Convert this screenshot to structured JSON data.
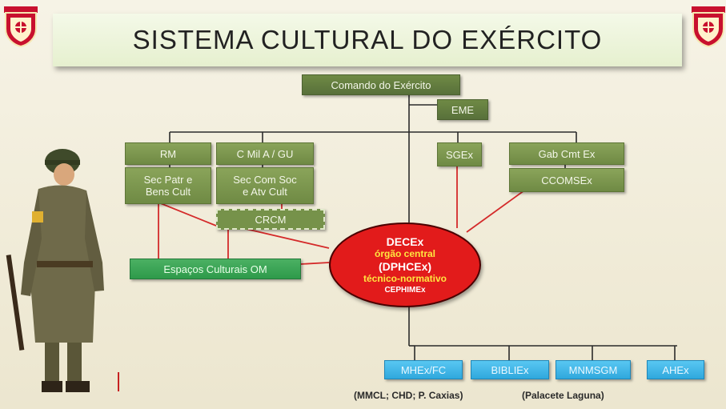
{
  "title": "SISTEMA CULTURAL DO EXÉRCITO",
  "nodes": {
    "comando": "Comando do Exército",
    "eme": "EME",
    "rm": "RM",
    "cmil": "C Mil A / GU",
    "sgex": "SGEx",
    "gab": "Gab Cmt Ex",
    "secpatr": [
      "Sec Patr e",
      "Bens Cult"
    ],
    "seccom": [
      "Sec Com Soc",
      "e Atv Cult"
    ],
    "ccomsex": "CCOMSEx",
    "crcm": "CRCM",
    "espacos": "Espaços Culturais OM",
    "decex": {
      "line1": "DECEx",
      "line2": "órgão central",
      "line3": "(DPHCEx)",
      "line4": "técnico-normativo",
      "line5": "CEPHIMEx"
    },
    "mhex": "MHEx/FC",
    "bibliex": "BIBLIEx",
    "mnmsgm": "MNMSGM",
    "ahex": "AHEx"
  },
  "notes": {
    "mhex_note": "(MMCL; CHD; P. Caxias)",
    "bibliex_note": "(Palacete Laguna)"
  },
  "colors": {
    "olive": "#7a9450",
    "green": "#3aa556",
    "blue": "#3fb6e8",
    "red": "#e21b1b",
    "connector_red": "#d42a2a",
    "connector_dark": "#2b2b2b"
  }
}
